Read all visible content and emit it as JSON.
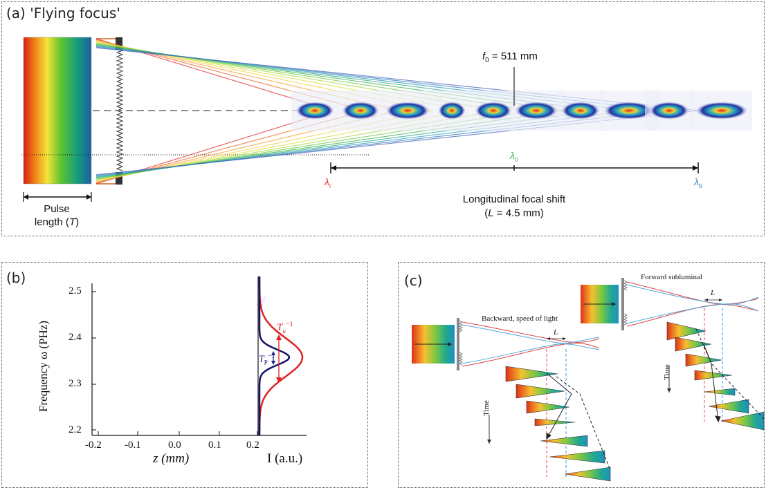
{
  "panel_a": {
    "label": "(a) 'Flying focus'",
    "f0_var": "f",
    "f0_sub": "0",
    "f0_rest": " = 511 mm",
    "lambda_r": "λ",
    "lambda_r_sub": "r",
    "lambda_0": "λ",
    "lambda_0_sub": "0",
    "lambda_b": "λ",
    "lambda_b_sub": "b",
    "pulse_line1": "Pulse",
    "pulse_line2_pre": "length (",
    "pulse_line2_var": "T",
    "pulse_line2_post": ")",
    "shift_line1": "Longitudinal focal shift",
    "shift_line2_pre": "(",
    "shift_line2_var": "L",
    "shift_line2_post": " = 4.5 mm)",
    "colors": {
      "red": "#e03030",
      "green": "#3cb44b",
      "blue": "#3b7fc4"
    }
  },
  "panel_b": {
    "label": "(b)",
    "ylabel": "Frequency ω (PHz)",
    "xlabel": "z (mm)",
    "xlabel2": "I (a.u.)",
    "yticks": [
      "2.5",
      "2.4",
      "2.3",
      "2.2"
    ],
    "xticks": [
      "-0.2",
      "-0.1",
      "0.0",
      "0.1",
      "0.2"
    ],
    "tu": "T",
    "tu_sub": "u",
    "tu_sup": "−1",
    "tp": "T",
    "tp_sub": "P",
    "tp_sup": "−1"
  },
  "panel_c": {
    "label": "(c)",
    "backward": "Backward, speed of light",
    "forward": "Forward subluminal",
    "L": "L",
    "time1": "Time",
    "time2": "Time"
  }
}
